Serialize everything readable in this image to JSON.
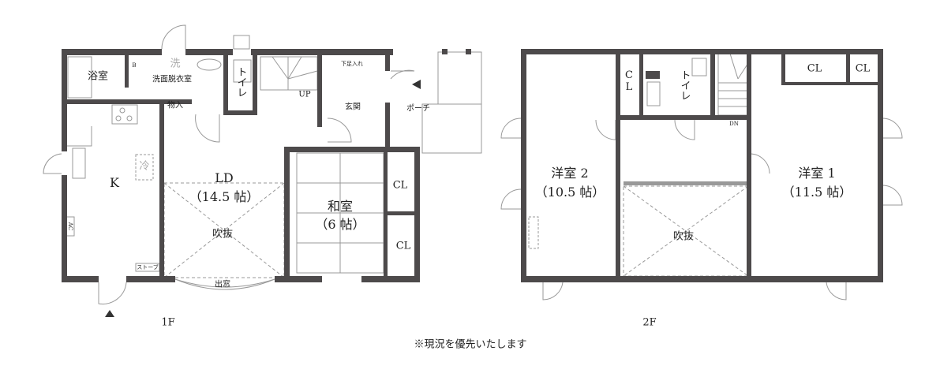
{
  "floor1": {
    "title": "1F",
    "rooms": {
      "bath": "浴室",
      "washroom": "洗面脱衣室",
      "washer": "洗",
      "storage": "物入",
      "toilet": "トイレ",
      "up": "UP",
      "shoe_storage": "下足入れ",
      "entrance": "玄関",
      "porch": "ポーチ",
      "kitchen": "K",
      "fridge": "冷",
      "ld": "LD",
      "ld_size": "（14.5 帖）",
      "void": "吹抜",
      "washitsu": "和室",
      "washitsu_size": "（6 帖）",
      "cl1": "CL",
      "cl2": "CL",
      "bay_window": "出窓",
      "stove": "ストーブ",
      "ac": "AC",
      "boiler": "B"
    }
  },
  "floor2": {
    "title": "2F",
    "rooms": {
      "cl_left": "C L",
      "toilet": "トイレ",
      "dn": "DN",
      "cl_a": "CL",
      "cl_b": "CL",
      "western2": "洋室 2",
      "western2_size": "（10.5 帖）",
      "void": "吹抜",
      "western1": "洋室 1",
      "western1_size": "（11.5 帖）"
    }
  },
  "note": "※現況を優先いたします",
  "colors": {
    "wall": "#4d4a4b",
    "line": "#888888"
  }
}
